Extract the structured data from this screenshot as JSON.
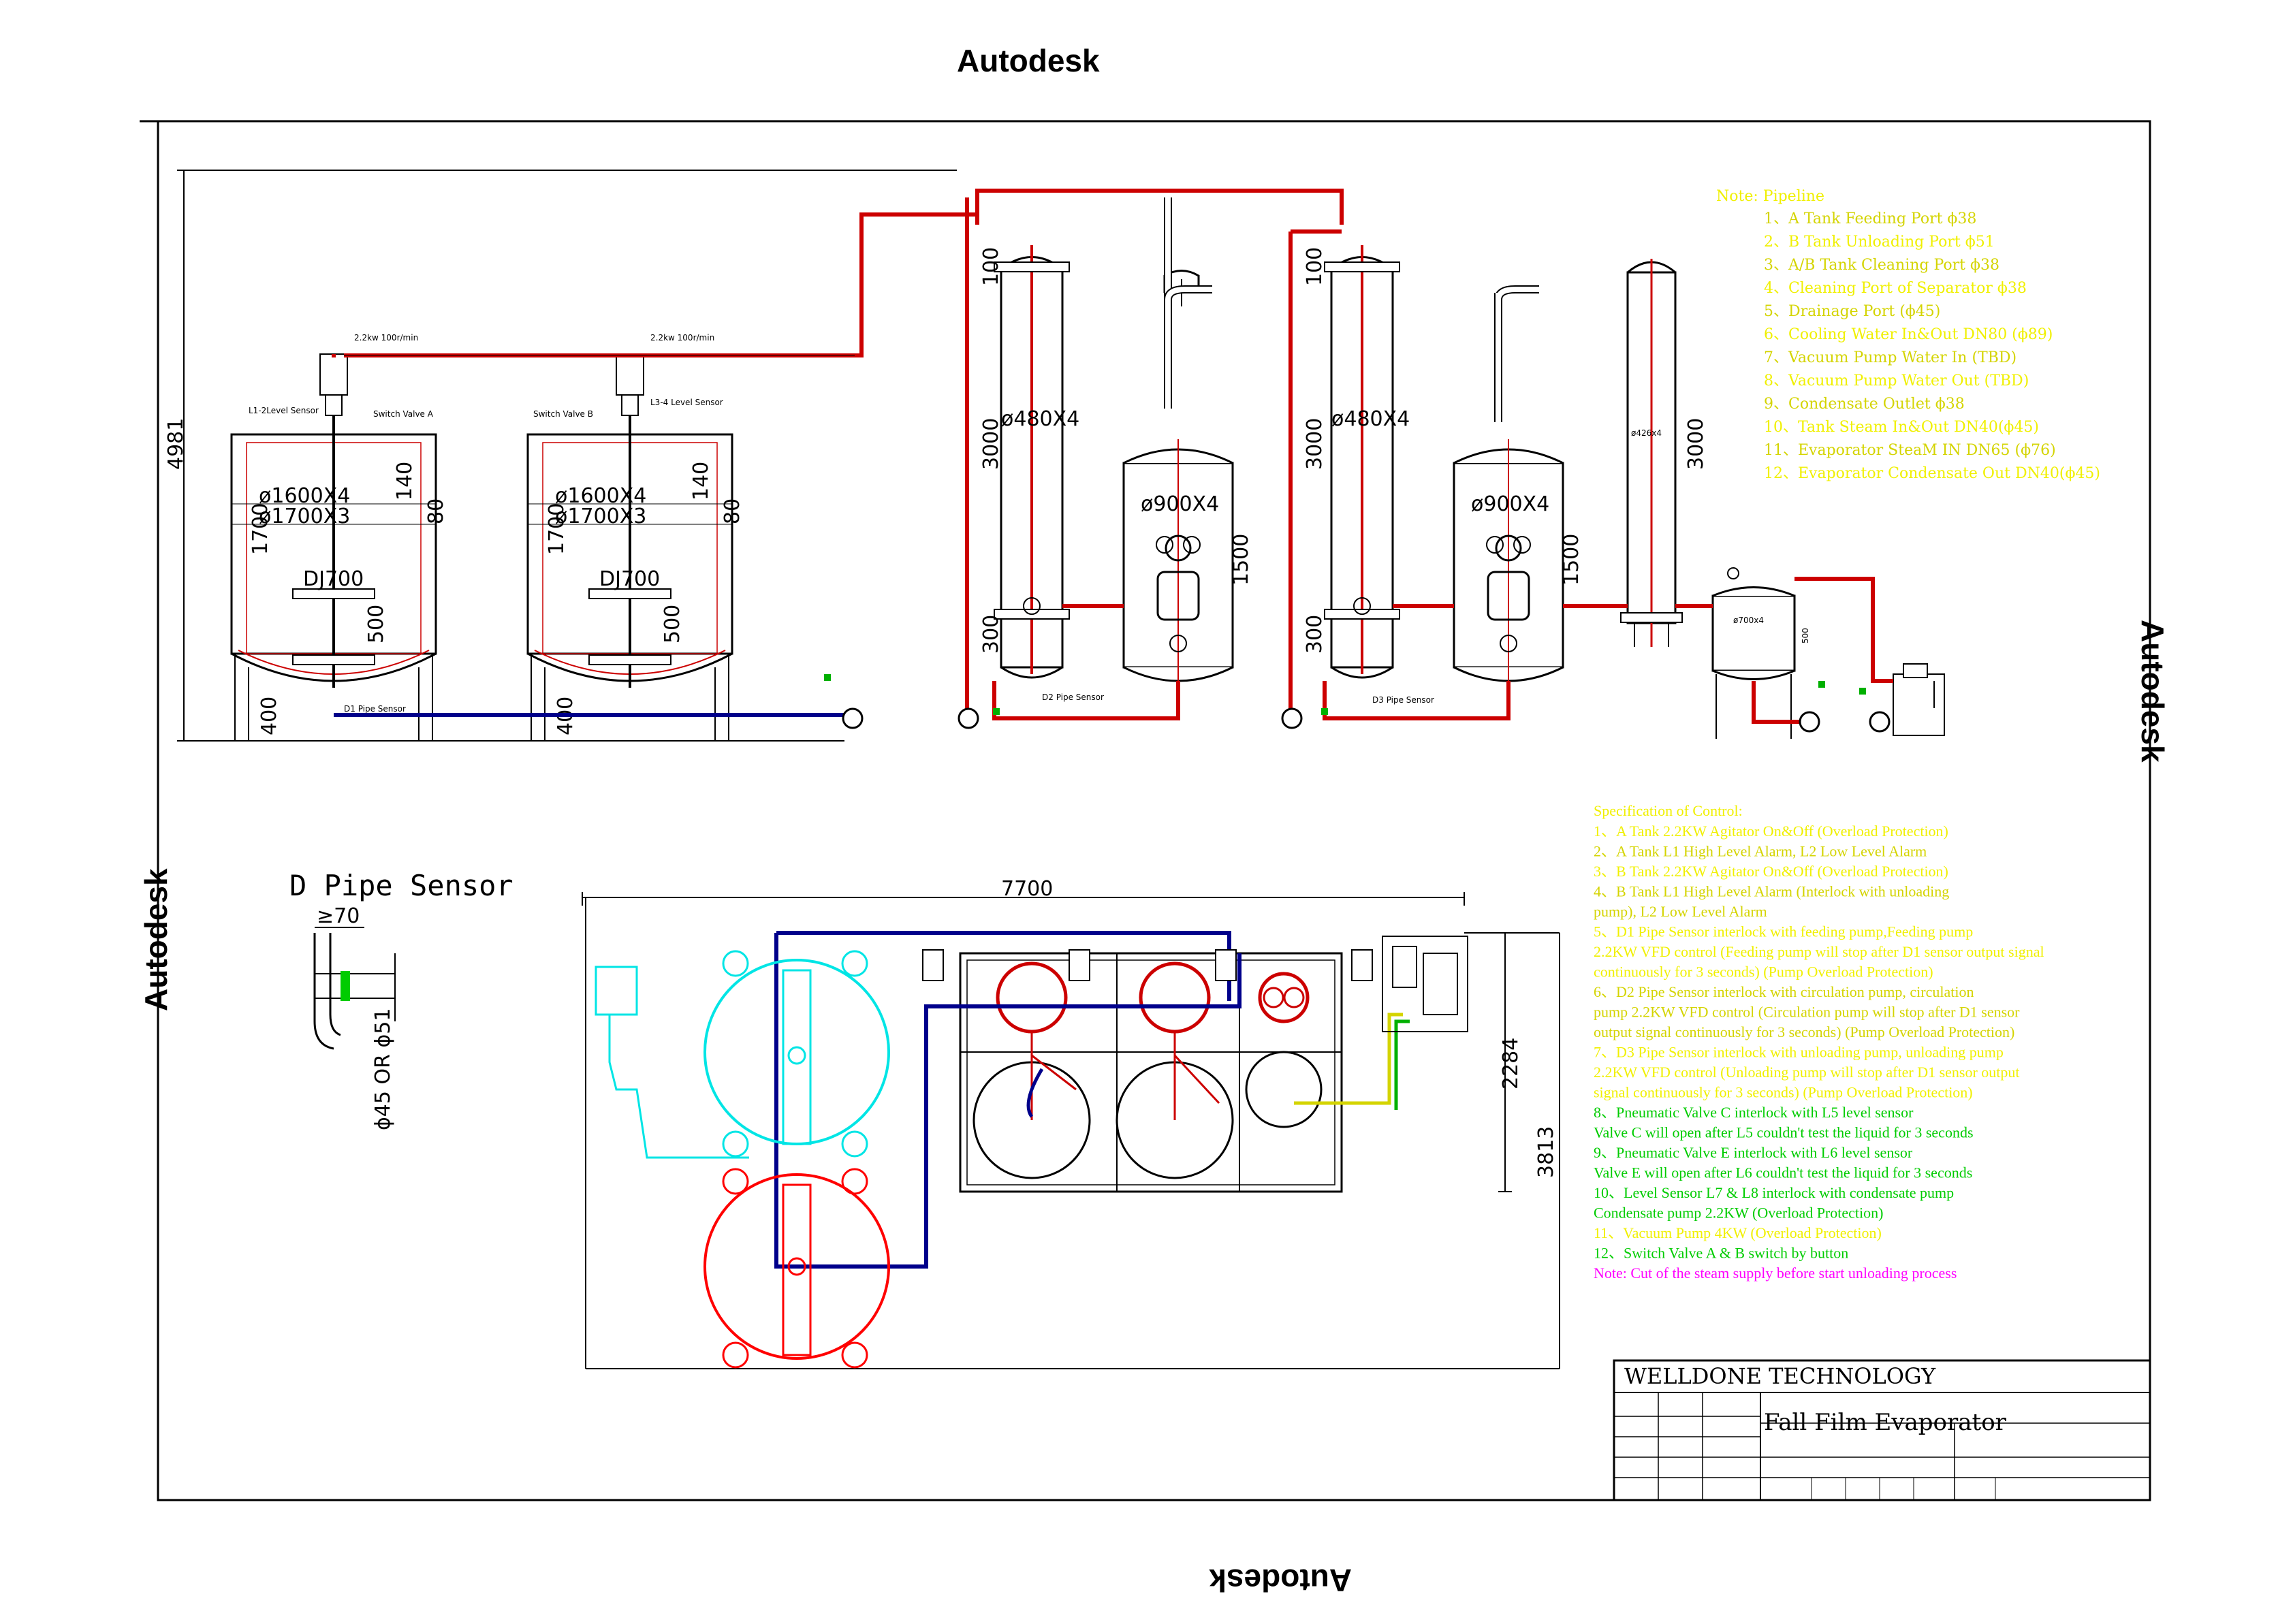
{
  "watermarks": {
    "top": "Autodesk",
    "right": "Autodesk",
    "bottom": "Autodesk",
    "left": "Autodesk"
  },
  "tanks": {
    "motor_label": "2.2kw 100r/min",
    "a": {
      "level_sensor": "L1-2Level Sensor",
      "switch_valve": "Switch Valve A",
      "dia_inner": "ø1600X4",
      "dia_outer": "ø1700X3",
      "height": "1700",
      "agitator": "DJ700",
      "dim_140": "140",
      "dim_80": "80",
      "dim_500": "500",
      "dim_400": "400"
    },
    "b": {
      "level_sensor": "L3-4 Level Sensor",
      "switch_valve": "Switch Valve B",
      "dia_inner": "ø1600X4",
      "dia_outer": "ø1700X3",
      "height": "1700",
      "agitator": "DJ700",
      "dim_140": "140",
      "dim_80": "80",
      "dim_500": "500",
      "dim_400": "400"
    },
    "overall_height": "4981",
    "d1_sensor": "D1 Pipe Sensor"
  },
  "evaporators": {
    "col1": {
      "dia": "ø480X4",
      "height": "3000",
      "top": "100",
      "bottom": "300"
    },
    "col2": {
      "dia": "ø480X4",
      "height": "3000",
      "top": "100",
      "bottom": "300"
    },
    "sep1": {
      "dia": "ø900X4",
      "height": "1500"
    },
    "sep2": {
      "dia": "ø900X4",
      "height": "1500"
    },
    "condenser": {
      "dia": "ø426x4",
      "height": "3000"
    },
    "receiver": {
      "dia": "ø700x4",
      "height": "500"
    },
    "d2_sensor": "D2 Pipe Sensor",
    "d3_sensor": "D3 Pipe Sensor"
  },
  "pipeline_note": {
    "title": "Note: Pipeline",
    "items": [
      {
        "text": "1、A Tank Feeding Port  ϕ38",
        "color": "#d4d400"
      },
      {
        "text": "2、B Tank Unloading Port  ϕ51",
        "color": "#f0f000"
      },
      {
        "text": "3、A/B Tank Cleaning Port  ϕ38",
        "color": "#d4d400"
      },
      {
        "text": "4、Cleaning Port of Separator  ϕ38",
        "color": "#f0f000"
      },
      {
        "text": "5、Drainage Port (ϕ45)",
        "color": "#d4d400"
      },
      {
        "text": "6、Cooling Water In&Out DN80 (ϕ89)",
        "color": "#f0f000"
      },
      {
        "text": "7、Vacuum Pump Water In (TBD)",
        "color": "#d4d400"
      },
      {
        "text": "8、Vacuum Pump Water Out (TBD)",
        "color": "#f0f000"
      },
      {
        "text": "9、Condensate Outlet  ϕ38",
        "color": "#d4d400"
      },
      {
        "text": "10、Tank Steam In&Out  DN40(ϕ45)",
        "color": "#f0f000"
      },
      {
        "text": "11、Evaporator SteaM IN DN65 (ϕ76)",
        "color": "#d4d400"
      },
      {
        "text": "12、Evaporator Condensate Out DN40(ϕ45)",
        "color": "#f0f000"
      }
    ]
  },
  "d_pipe_sensor": {
    "title": "D Pipe Sensor",
    "dim_top": "≥70",
    "dim_side": "ϕ45 OR ϕ51"
  },
  "layout_plan": {
    "width": "7700",
    "depth1": "2284",
    "depth2": "3813"
  },
  "spec": {
    "title": "Specification of Control:",
    "lines": [
      {
        "text": "1、A Tank 2.2KW Agitator On&Off  (Overload Protection)",
        "color": "#f0f000"
      },
      {
        "text": "2、A Tank L1 High Level Alarm, L2 Low Level Alarm",
        "color": "#d4d400"
      },
      {
        "text": "3、B Tank 2.2KW Agitator On&Off (Overload Protection)",
        "color": "#f0f000"
      },
      {
        "text": "4、B Tank L1 High Level Alarm (Interlock with unloading",
        "color": "#d4d400"
      },
      {
        "text": "pump), L2 Low Level Alarm",
        "color": "#d4d400"
      },
      {
        "text": "5、D1 Pipe Sensor interlock with feeding pump,Feeding pump",
        "color": "#f0f000"
      },
      {
        "text": "2.2KW VFD control  (Feeding pump will stop after D1 sensor output signal",
        "color": "#f0f000"
      },
      {
        "text": "continuously for 3 seconds)  (Pump Overload Protection)",
        "color": "#f0f000"
      },
      {
        "text": "6、D2 Pipe Sensor interlock with circulation pump, circulation",
        "color": "#d4d400"
      },
      {
        "text": "pump 2.2KW VFD control  (Circulation pump will stop after D1 sensor",
        "color": "#d4d400"
      },
      {
        "text": "output signal continuously for 3 seconds)  (Pump Overload Protection)",
        "color": "#d4d400"
      },
      {
        "text": "7、D3 Pipe Sensor interlock with unloading pump, unloading pump",
        "color": "#f0f000"
      },
      {
        "text": "2.2KW VFD control  (Unloading pump will stop after D1 sensor output",
        "color": "#f0f000"
      },
      {
        "text": "signal continuously for 3 seconds)  (Pump Overload Protection)",
        "color": "#f0f000"
      },
      {
        "text": "8、Pneumatic Valve  C interlock with L5 level sensor",
        "color": "#00cc00"
      },
      {
        "text": "   Valve C will open after L5 couldn't test the liquid for 3 seconds",
        "color": "#00cc00"
      },
      {
        "text": "9、Pneumatic Valve  E interlock with L6 level sensor",
        "color": "#00cc00"
      },
      {
        "text": "   Valve E will open after L6 couldn't test the liquid for 3 seconds",
        "color": "#00cc00"
      },
      {
        "text": "10、Level Sensor L7 & L8 interlock with condensate pump",
        "color": "#00cc00"
      },
      {
        "text": "   Condensate pump  2.2KW  (Overload Protection)",
        "color": "#00cc00"
      },
      {
        "text": "11、Vacuum Pump 4KW (Overload Protection)",
        "color": "#f0f000"
      },
      {
        "text": "12、Switch Valve A & B switch by button",
        "color": "#00cc00"
      },
      {
        "text": "Note: Cut of the steam supply before start unloading process",
        "color": "#ff00ff"
      }
    ]
  },
  "title_block": {
    "company": "WELLDONE TECHNOLOGY",
    "drawing": "Fall Film Evaporator"
  },
  "colors": {
    "pipe_red": "#cc0000",
    "pipe_blue": "#00008b",
    "cyan": "#00e5e5",
    "green": "#00b000",
    "yellow": "#d4d400"
  }
}
